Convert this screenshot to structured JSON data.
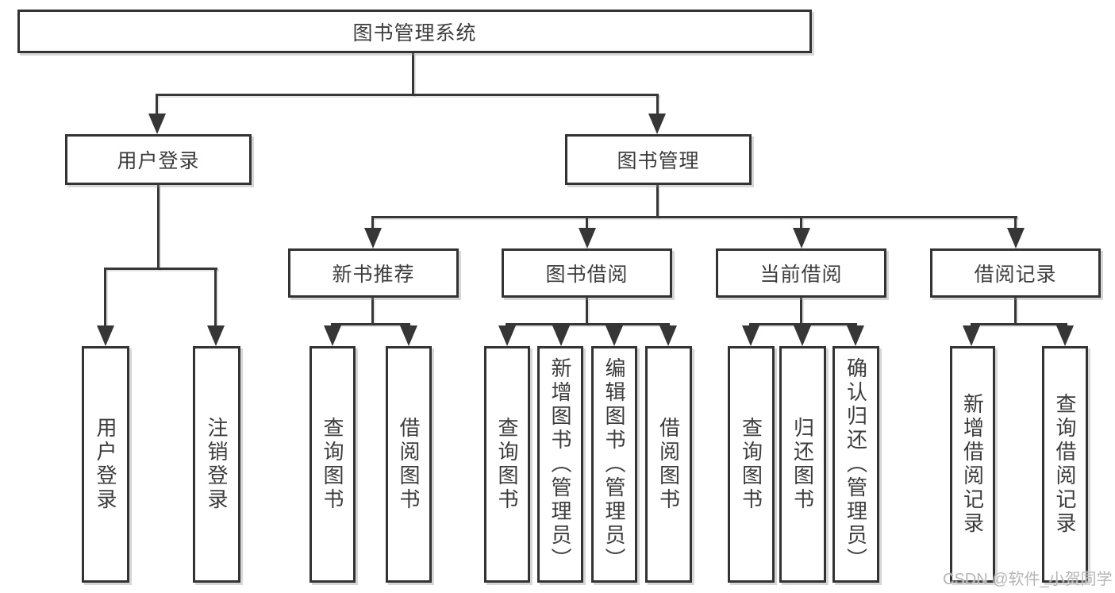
{
  "nodes": {
    "root": "图书管理系统",
    "login": "用户登录",
    "management": "图书管理",
    "new_book": "新书推荐",
    "book_borrow": "图书借阅",
    "current_borrow": "当前借阅",
    "borrow_record": "借阅记录"
  },
  "leaves": {
    "login": [
      "用户登录",
      "注销登录"
    ],
    "new_book": [
      "查询图书",
      "借阅图书"
    ],
    "book_borrow": [
      "查询图书",
      "新增图书（管理员）",
      "编辑图书（管理员）",
      "借阅图书"
    ],
    "current_borrow": [
      "查询图书",
      "归还图书",
      "确认归还（管理员）"
    ],
    "borrow_record": [
      "新增借阅记录",
      "查询借阅记录"
    ]
  },
  "watermark": {
    "text": "CSDN @软件_小贺同学"
  },
  "colors": {
    "line": "#363636",
    "box_border": "#333333",
    "text": "#3c3c3c",
    "watermark": "#b6b6b6",
    "background": "#ffffff"
  }
}
